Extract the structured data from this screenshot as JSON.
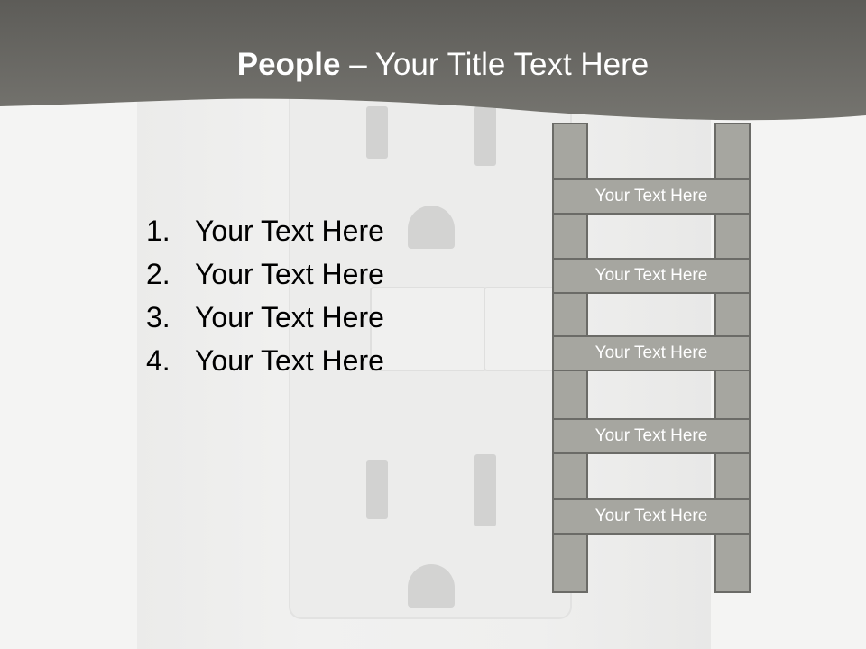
{
  "title": {
    "bold": "People",
    "separator": " – ",
    "rest": "Your Title Text Here"
  },
  "list": [
    {
      "number": "1.",
      "text": "Your Text Here"
    },
    {
      "number": "2.",
      "text": "Your Text Here"
    },
    {
      "number": "3.",
      "text": "Your Text Here"
    },
    {
      "number": "4.",
      "text": "Your Text Here"
    }
  ],
  "ladder": {
    "rungs": [
      {
        "label": "Your Text Here"
      },
      {
        "label": "Your Text Here"
      },
      {
        "label": "Your Text Here"
      },
      {
        "label": "Your Text Here"
      },
      {
        "label": "Your Text Here"
      }
    ]
  },
  "colors": {
    "header": "#6a6964",
    "ladder_fill": "#a6a6a0",
    "ladder_border": "#6b6b67",
    "text_light": "#ffffff",
    "text_dark": "#000000"
  }
}
